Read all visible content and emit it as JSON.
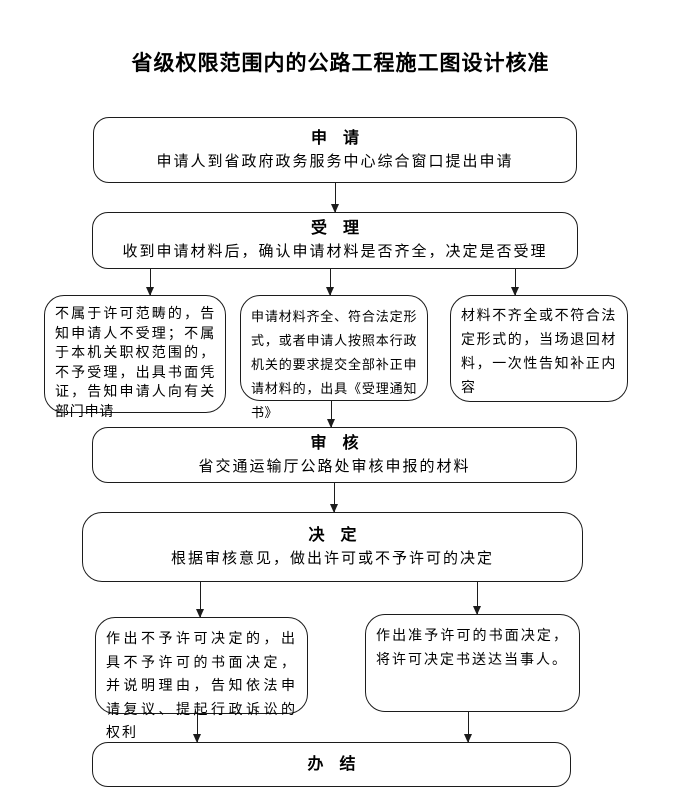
{
  "title": "省级权限范围内的公路工程施工图设计核准",
  "steps": {
    "apply": {
      "label": "申　请",
      "desc": "申请人到省政府政务服务中心综合窗口提出申请"
    },
    "accept": {
      "label": "受　理",
      "desc": "收到申请材料后，确认申请材料是否齐全，决定是否受理"
    },
    "review": {
      "label": "审　核",
      "desc": "省交通运输厅公路处审核申报的材料"
    },
    "decision": {
      "label": "决　定",
      "desc": "根据审核意见，做出许可或不予许可的决定"
    },
    "complete": {
      "label": "办　结"
    }
  },
  "branches": {
    "reject": "不属于许可范畴的，告知申请人不受理；不属于本机关职权范围的，不予受理，出具书面凭证，告知申请人向有关部门申请",
    "accept": "申请材料齐全、符合法定形式，或者申请人按照本行政机关的要求提交全部补正申请材料的，出具《受理通知书》",
    "supplement": "材料不齐全或不符合法定形式的，当场退回材料，一次性告知补正内容"
  },
  "outcomes": {
    "deny": "作出不予许可决定的，出具不予许可的书面决定，并说明理由，告知依法申请复议、提起行政诉讼的权利",
    "grant": "作出准予许可的书面决定，将许可决定书送达当事人。"
  },
  "colors": {
    "background": "#ffffff",
    "line": "#1c1c1c",
    "text": "#000000"
  }
}
